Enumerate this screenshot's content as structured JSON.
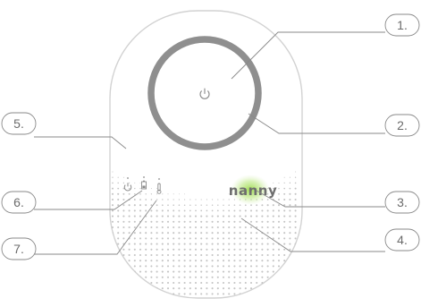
{
  "device": {
    "brand": "nanny",
    "power_icon": "power-icon",
    "indicators": [
      {
        "icon": "power-icon"
      },
      {
        "icon": "battery-icon"
      },
      {
        "icon": "temperature-icon"
      }
    ]
  },
  "callouts": [
    {
      "label": "1."
    },
    {
      "label": "2."
    },
    {
      "label": "3."
    },
    {
      "label": "4."
    },
    {
      "label": "5."
    },
    {
      "label": "6."
    },
    {
      "label": "7."
    }
  ],
  "colors": {
    "outline": "#cfcfcf",
    "ring": "#8c8c8c",
    "glow": "#8ed13a",
    "callout": "#8a8a8a",
    "speaker_dots": "#c4c4c4"
  }
}
